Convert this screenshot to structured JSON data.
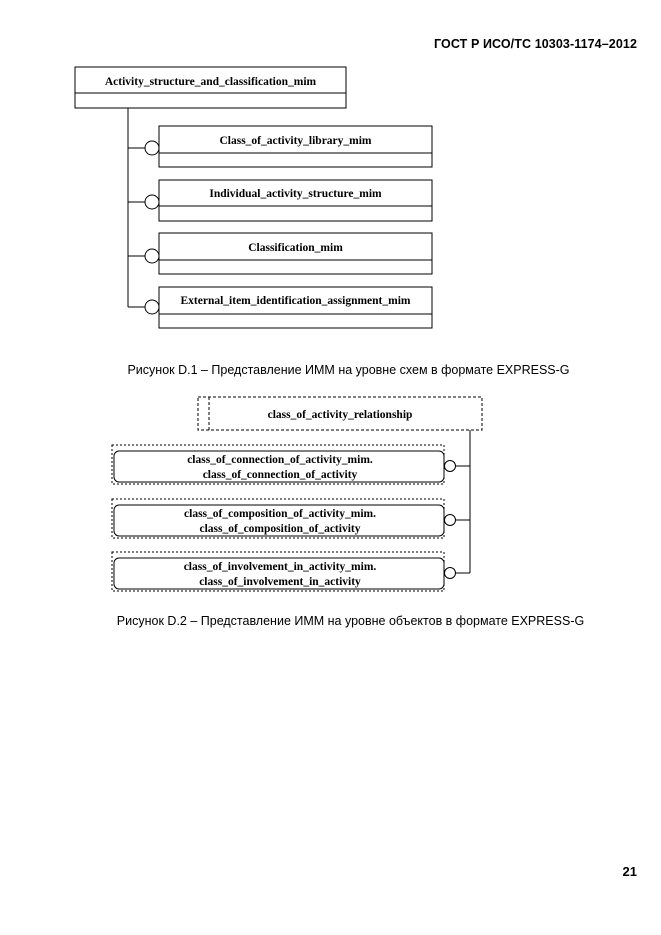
{
  "header": {
    "standard": "ГОСТ Р ИСО/ТС 10303-1174–2012"
  },
  "figure1": {
    "caption": "Рисунок D.1 – Представление ИММ на уровне схем в формате EXPRESS-G",
    "root_schema": "Activity_structure_and_classification_mim",
    "used_schemas": [
      "Class_of_activity_library_mim",
      "Individual_activity_structure_mim",
      "Classification_mim",
      "External_item_identification_assignment_mim"
    ]
  },
  "figure2": {
    "caption": "Рисунок D.2 – Представление ИММ на уровне объектов в формате EXPRESS-G",
    "supertype": "class_of_activity_relationship",
    "subtypes": [
      {
        "line1": "class_of_connection_of_activity_mim.",
        "line2": "class_of_connection_of_activity"
      },
      {
        "line1": "class_of_composition_of_activity_mim.",
        "line2": "class_of_composition_of_activity"
      },
      {
        "line1": "class_of_involvement_in_activity_mim.",
        "line2": "class_of_involvement_in_activity"
      }
    ]
  },
  "footer": {
    "page_number": "21"
  }
}
